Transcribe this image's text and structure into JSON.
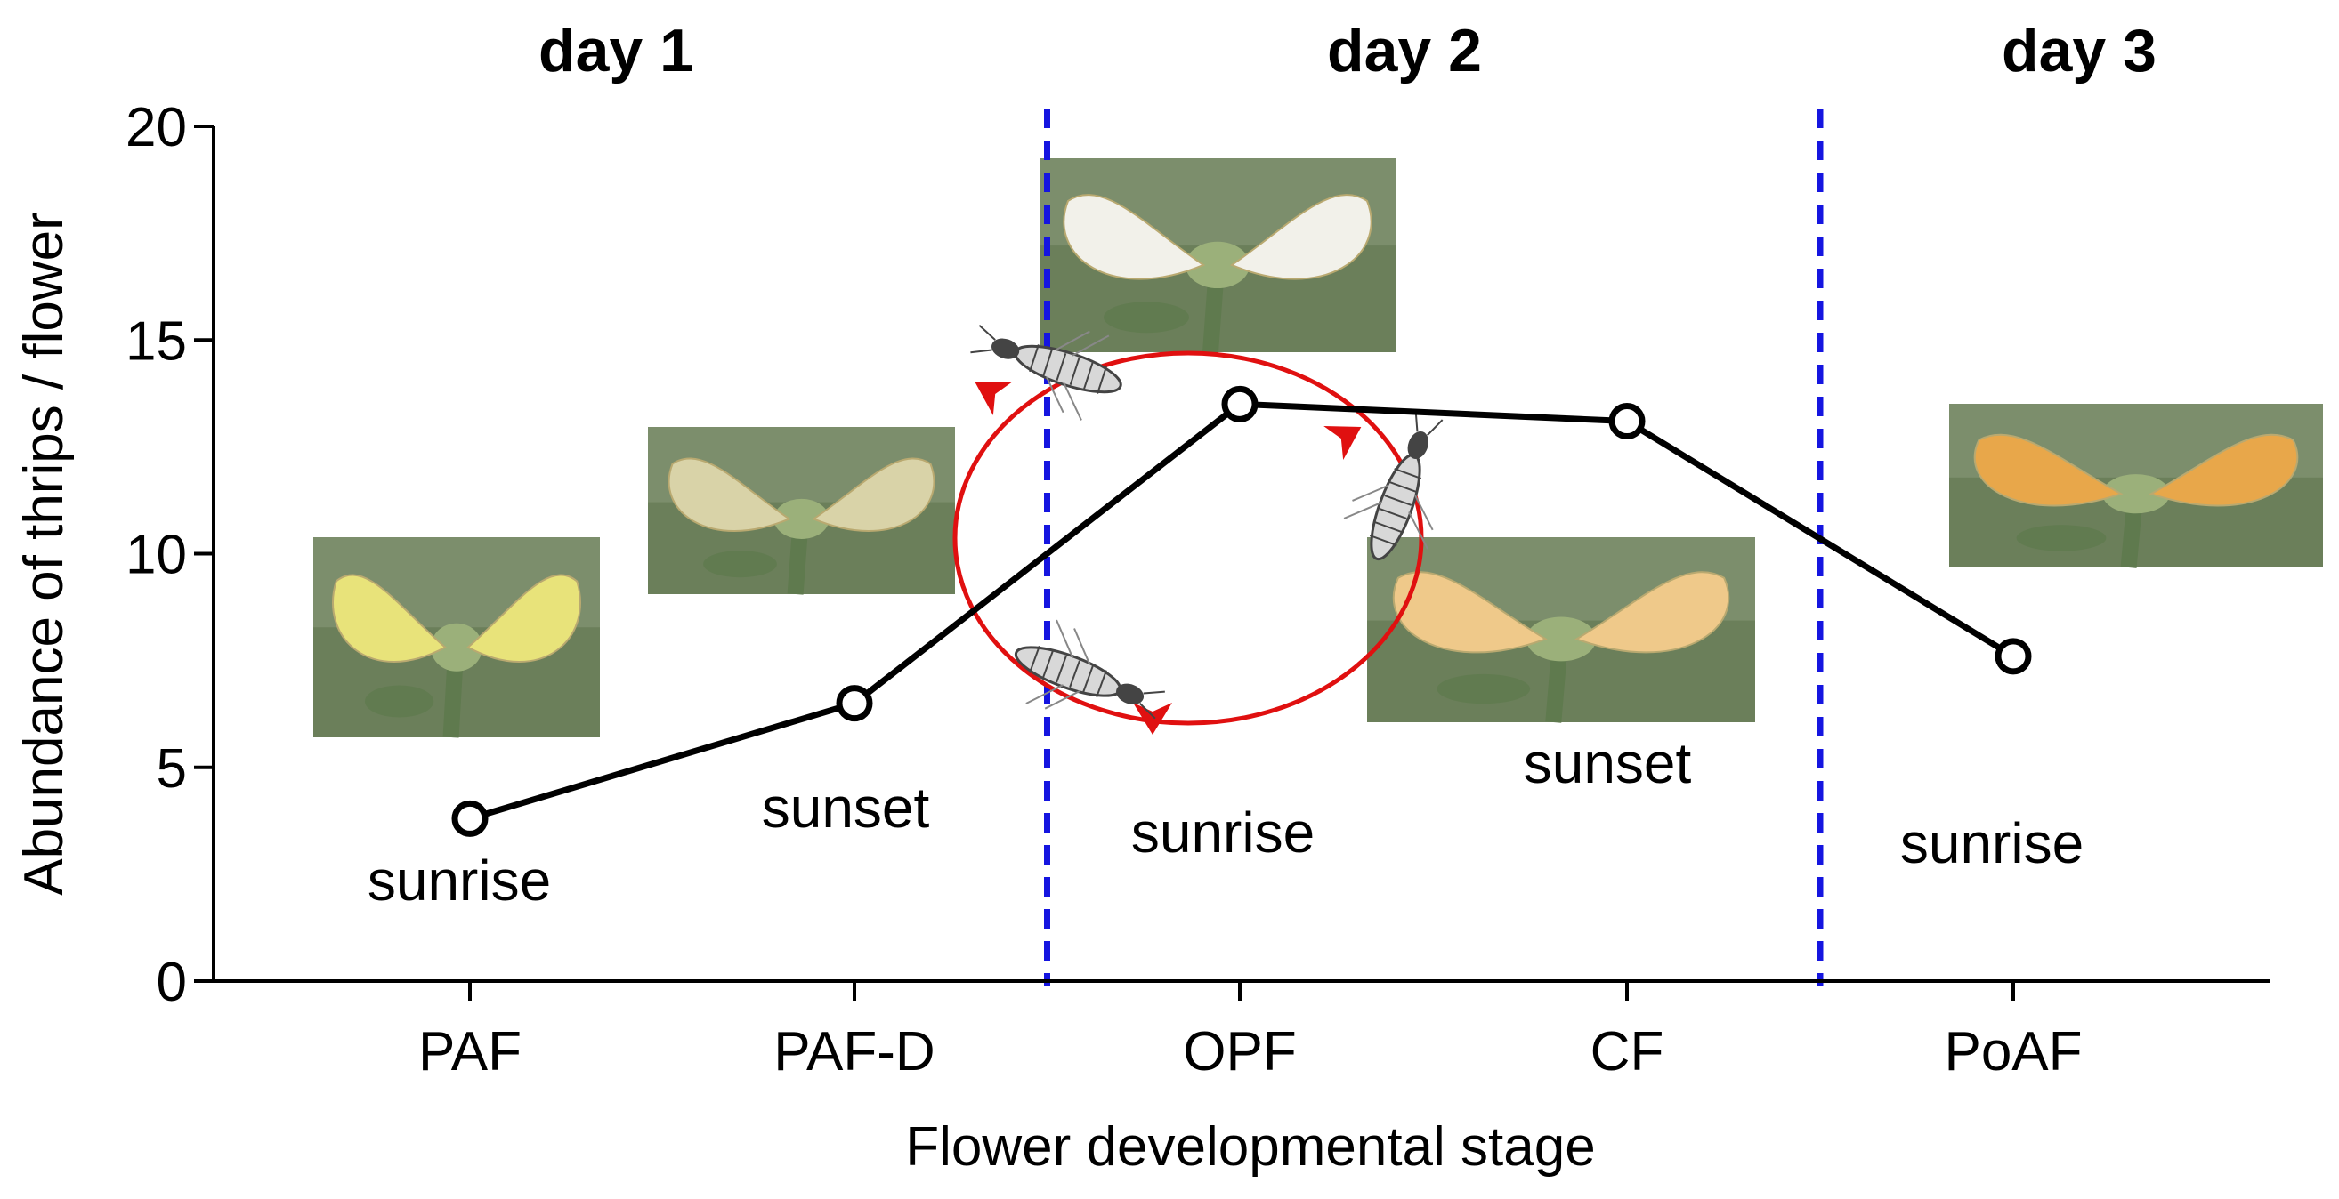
{
  "chart_data": {
    "type": "line",
    "title": "",
    "xlabel": "Flower developmental stage",
    "ylabel": "Abundance of thrips / flower",
    "categories": [
      "PAF",
      "PAF-D",
      "OPF",
      "CF",
      "PoAF"
    ],
    "series": [
      {
        "values": [
          3.8,
          6.5,
          13.5,
          13.1,
          7.6
        ]
      }
    ],
    "ylim": [
      0,
      20
    ],
    "yticks": [
      0,
      5,
      10,
      15,
      20
    ],
    "grid": false,
    "day_labels": [
      "day 1",
      "day 2",
      "day 3"
    ],
    "point_annotations": [
      "sunrise",
      "sunset",
      "sunrise",
      "sunset",
      "sunrise"
    ],
    "day_boundaries_after_category": [
      1,
      3
    ],
    "colors": {
      "line": "#000000",
      "marker_fill": "#ffffff",
      "day_divider": "#1515e0",
      "cycle_arrow": "#e01010",
      "flower_yellow": "#e8e37a",
      "flower_cream": "#d9d3a8",
      "flower_white": "#f2f1ea",
      "flower_peach": "#efc98a",
      "flower_orange": "#e8a74a",
      "foliage": "#5f7a4e",
      "thrips": "#444444"
    },
    "images": [
      {
        "name": "flower-photo-paf",
        "tone": "flower_yellow"
      },
      {
        "name": "flower-photo-paf-d",
        "tone": "flower_cream"
      },
      {
        "name": "flower-photo-opf",
        "tone": "flower_white"
      },
      {
        "name": "flower-photo-cf",
        "tone": "flower_peach"
      },
      {
        "name": "flower-photo-poaf",
        "tone": "flower_orange"
      }
    ],
    "icons": [
      "thrips-icon",
      "thrips-icon",
      "thrips-icon"
    ]
  }
}
